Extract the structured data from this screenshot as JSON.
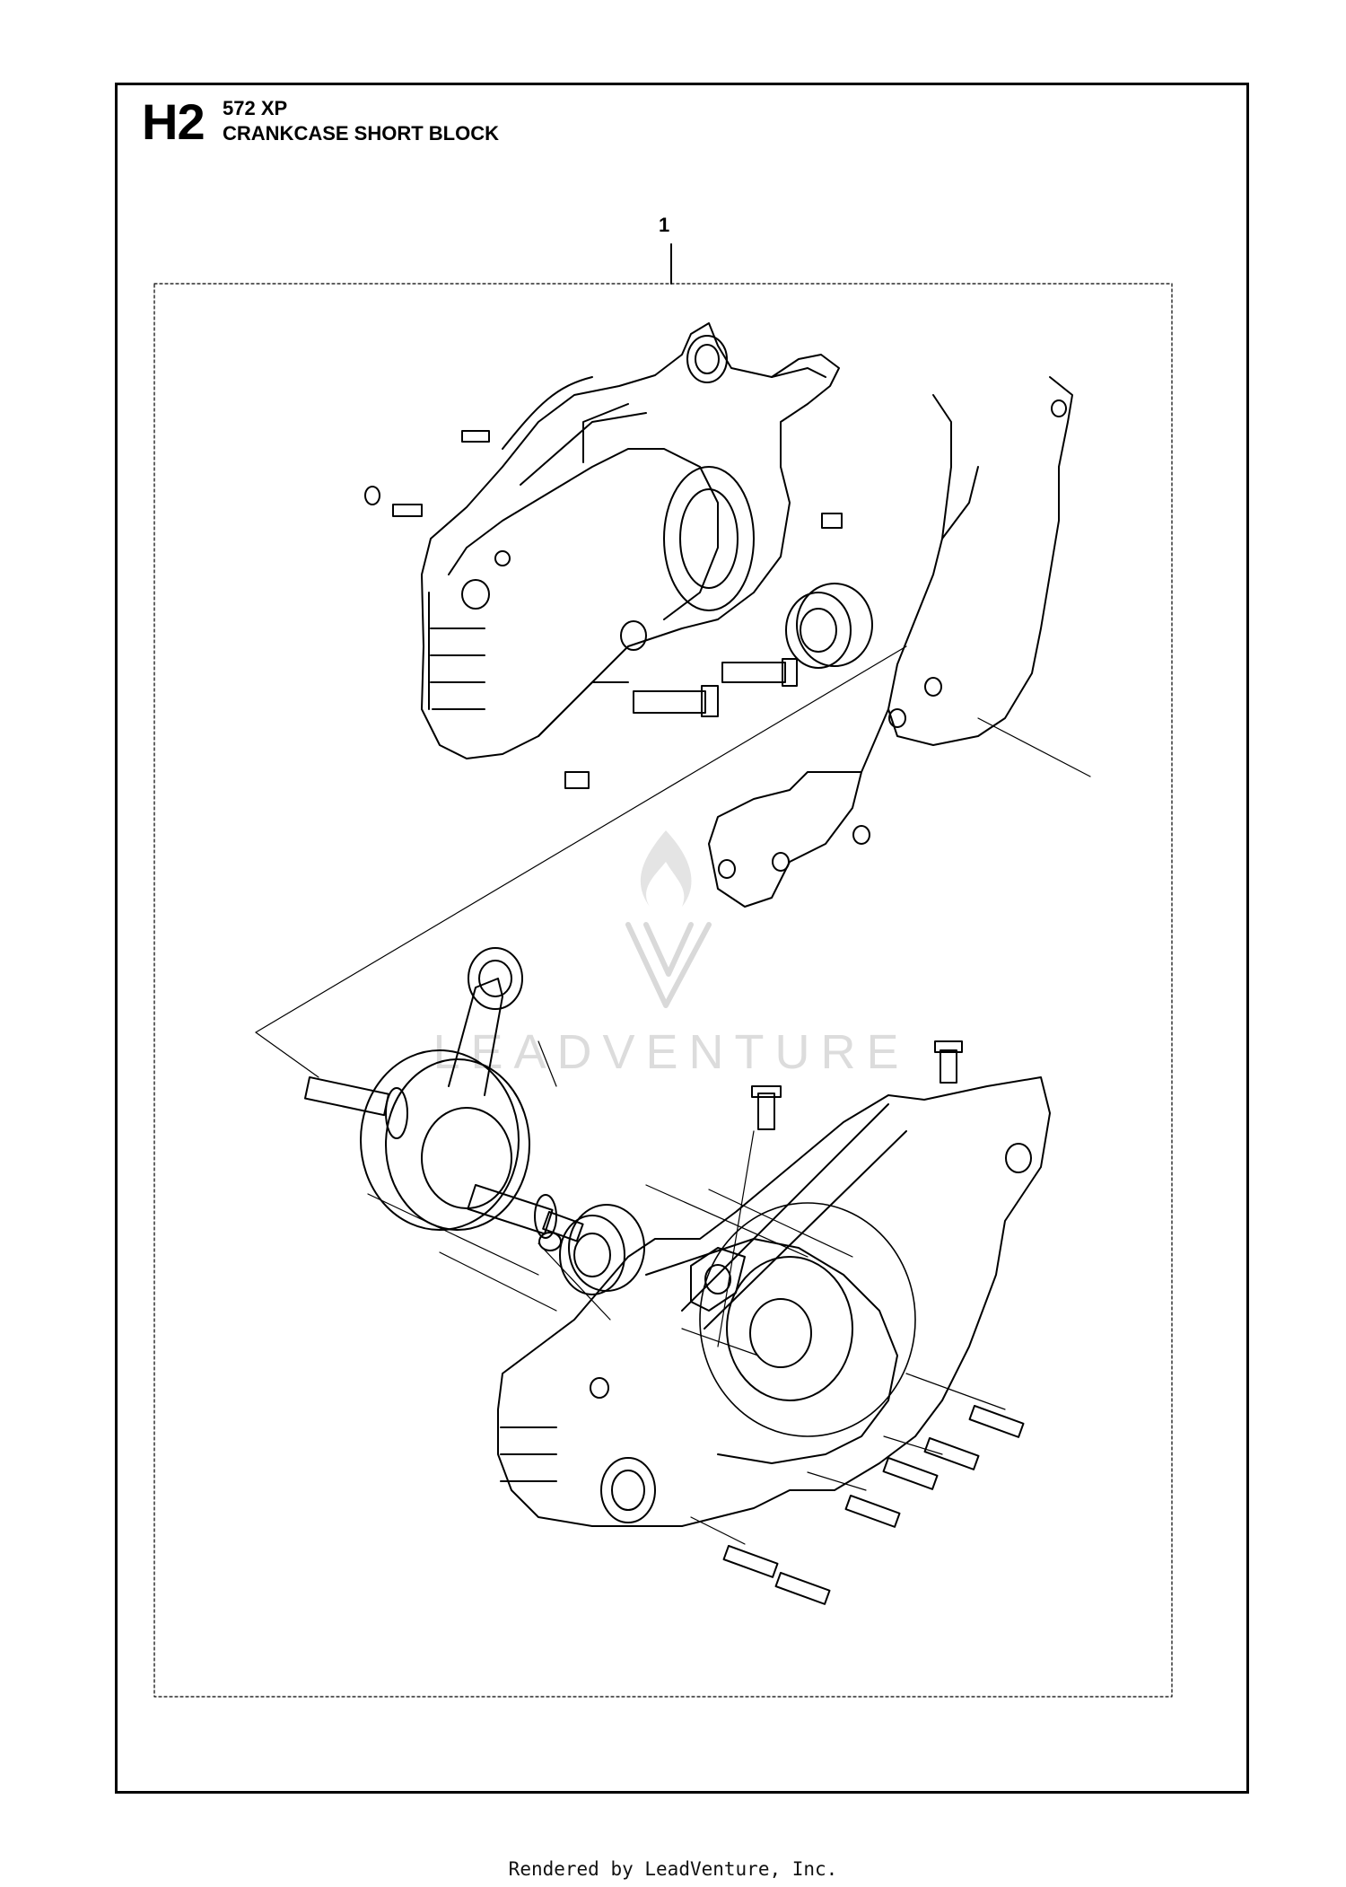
{
  "header": {
    "ref_code": "H2",
    "model": "572 XP",
    "title": "CRANKCASE SHORT BLOCK"
  },
  "callouts": [
    "1"
  ],
  "footer": "Rendered by LeadVenture, Inc.",
  "watermark": {
    "text": "LEADVENTURE",
    "icon": "flame-v-logo-icon"
  },
  "colors": {
    "line": "#000000",
    "watermark": "#d9d9d9"
  }
}
